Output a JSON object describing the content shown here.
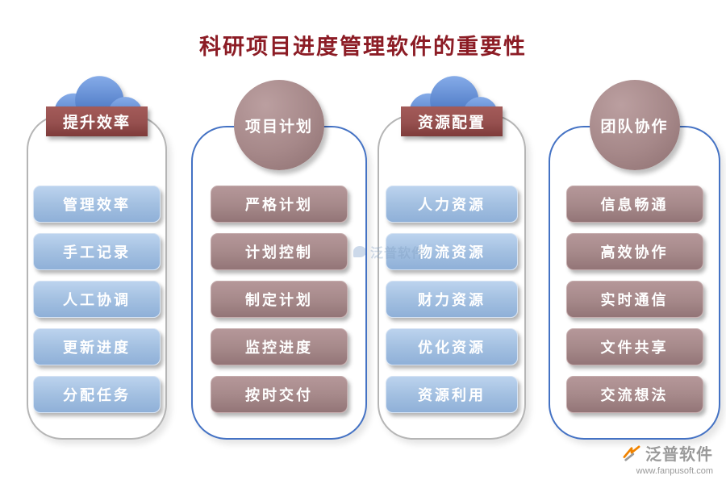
{
  "title": "科研项目进度管理软件的重要性",
  "columns": [
    {
      "header": "提升效率",
      "header_style": "cloud-banner",
      "items": [
        "管理效率",
        "手工记录",
        "人工协调",
        "更新进度",
        "分配任务"
      ]
    },
    {
      "header": "项目计划",
      "header_style": "circle",
      "items": [
        "严格计划",
        "计划控制",
        "制定计划",
        "监控进度",
        "按时交付"
      ]
    },
    {
      "header": "资源配置",
      "header_style": "cloud-banner",
      "items": [
        "人力资源",
        "物流资源",
        "财力资源",
        "优化资源",
        "资源利用"
      ]
    },
    {
      "header": "团队协作",
      "header_style": "circle",
      "items": [
        "信息畅通",
        "高效协作",
        "实时通信",
        "文件共享",
        "交流想法"
      ]
    }
  ],
  "watermark": {
    "brand": "泛普软件"
  },
  "footer": {
    "brand": "泛普软件",
    "url": "www.fanpusoft.com"
  },
  "colors": {
    "title": "#8c1c25",
    "banner": "#96504f",
    "circle": "#a68889",
    "item_blue": "#a3c0e1",
    "item_mauve": "#a78a8b",
    "border_gray": "#b5b5b5",
    "border_blue": "#4472c4",
    "cloud_top": "#85abe8",
    "cloud_bottom": "#3a68b8"
  }
}
